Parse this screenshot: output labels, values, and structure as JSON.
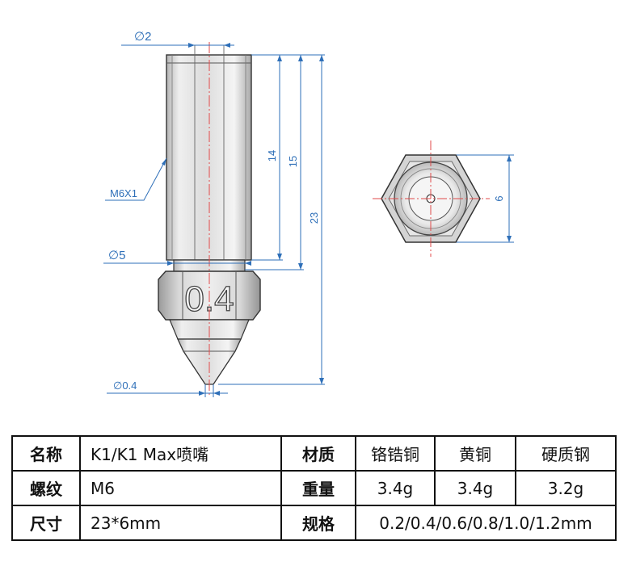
{
  "drawing": {
    "dims": {
      "bore_diameter": "∅2",
      "thread": "M6X1",
      "collar_diameter": "∅5",
      "tip_diameter": "∅0.4",
      "len_14": "14",
      "len_15": "15",
      "len_23": "23",
      "hex_size": "6"
    },
    "engraving": "0.4"
  },
  "table": {
    "rows": [
      {
        "label": "名称",
        "value": "K1/K1 Max喷嘴",
        "label2": "材质",
        "cells": [
          "铬锆铜",
          "黄铜",
          "硬质钢"
        ]
      },
      {
        "label": "螺纹",
        "value": "M6",
        "label2": "重量",
        "cells": [
          "3.4g",
          "3.4g",
          "3.2g"
        ]
      },
      {
        "label": "尺寸",
        "value": "23*6mm",
        "label2": "规格",
        "wide": "0.2/0.4/0.6/0.8/1.0/1.2mm"
      }
    ]
  },
  "colors": {
    "dimension": "#2e6fb8",
    "centerline": "#e04a4a",
    "outline": "#333333"
  }
}
